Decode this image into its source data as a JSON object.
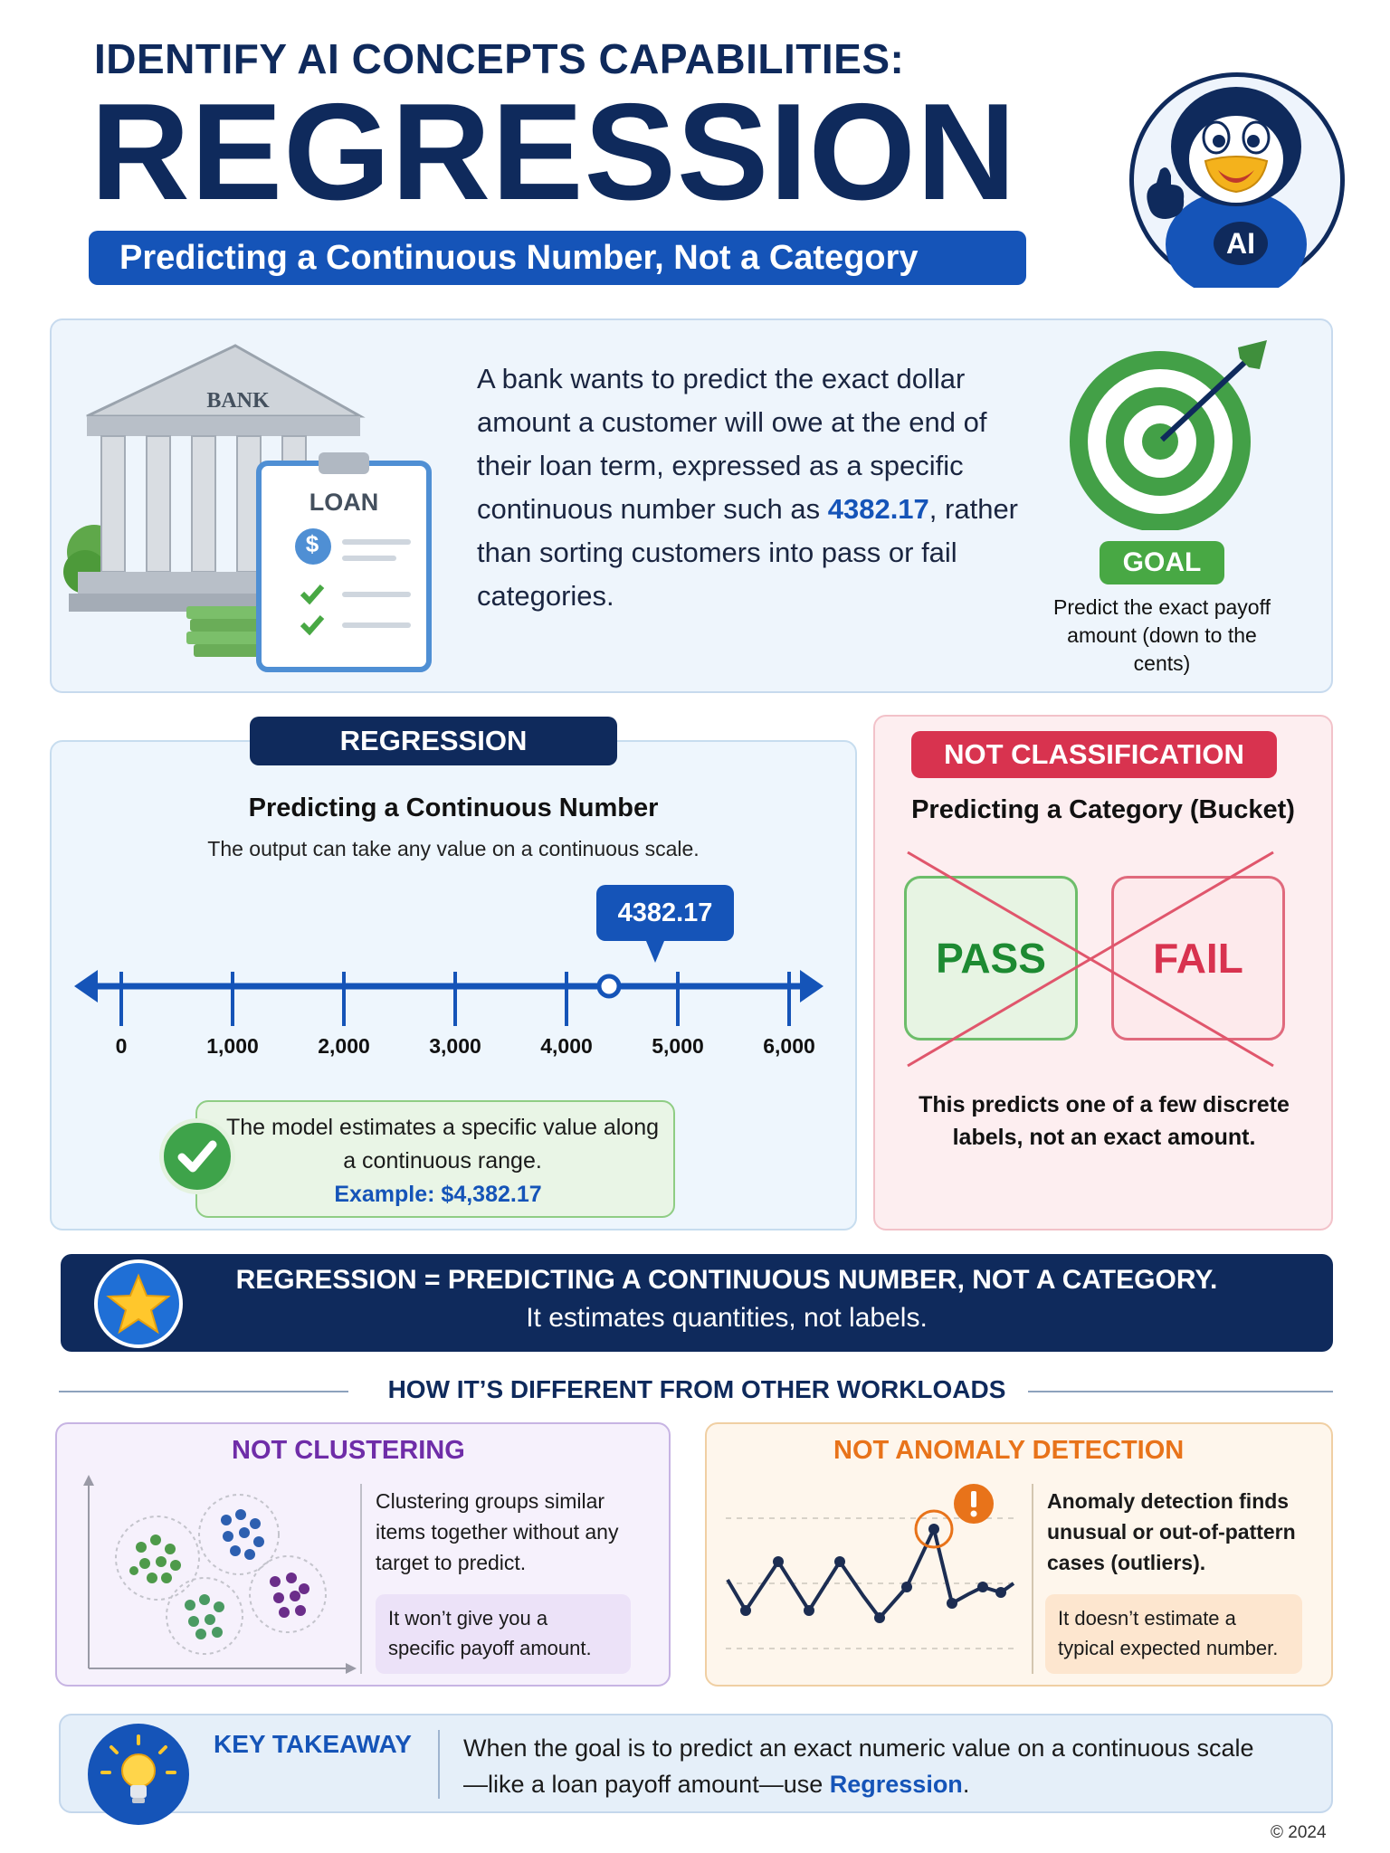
{
  "header": {
    "kicker": "IDENTIFY AI CONCEPTS CAPABILITIES:",
    "title": "REGRESSION",
    "subtitle": "Predicting a Continuous Number, Not a Category",
    "mascot_badge": "AI"
  },
  "scenario": {
    "bank_sign": "BANK",
    "loan_label": "LOAN",
    "text_before": "A bank wants to predict the exact dollar amount a customer will owe at the end of their loan term, expressed as a specific continuous number such as ",
    "highlight": "4382.17",
    "text_after": ", rather than sorting customers into pass or fail categories.",
    "goal_label": "GOAL",
    "goal_desc": "Predict the exact payoff amount (down to the cents)"
  },
  "regression": {
    "badge": "REGRESSION",
    "heading": "Predicting a Continuous Number",
    "description": "The output can take any value on a continuous scale.",
    "value_label": "4382.17",
    "value": 4382.17,
    "axis_min": 0,
    "axis_max": 6000,
    "ticks": [
      {
        "label": "0",
        "value": 0
      },
      {
        "label": "1,000",
        "value": 1000
      },
      {
        "label": "2,000",
        "value": 2000
      },
      {
        "label": "3,000",
        "value": 3000
      },
      {
        "label": "4,000",
        "value": 4000
      },
      {
        "label": "5,000",
        "value": 5000
      },
      {
        "label": "6,000",
        "value": 6000
      }
    ],
    "estimate_text": "The model estimates a specific value along a continuous range.",
    "estimate_example": "Example: $4,382.17"
  },
  "classification": {
    "badge": "NOT CLASSIFICATION",
    "heading": "Predicting a Category (Bucket)",
    "pass_label": "PASS",
    "fail_label": "FAIL",
    "note": "This predicts one of a few discrete labels, not an exact amount."
  },
  "banner": {
    "line1": "REGRESSION = PREDICTING A CONTINUOUS NUMBER, NOT A CATEGORY.",
    "line2": "It estimates quantities, not labels."
  },
  "differences": {
    "heading": "HOW IT’S DIFFERENT FROM OTHER WORKLOADS",
    "clustering": {
      "title": "NOT CLUSTERING",
      "text": "Clustering groups similar items together without any target to predict.",
      "note": "It won’t give you a specific payoff amount."
    },
    "anomaly": {
      "title": "NOT ANOMALY DETECTION",
      "text": "Anomaly detection finds unusual or out-of-pattern cases (outliers).",
      "note": "It doesn’t estimate a typical expected number."
    }
  },
  "takeaway": {
    "heading": "KEY TAKEAWAY",
    "text_before": "When the goal is to predict an exact numeric value on a continuous scale—like a loan payoff amount—use ",
    "highlight": "Regression",
    "text_after": "."
  },
  "footer": {
    "copyright": "© 2024"
  },
  "colors": {
    "navy": "#0f2a5c",
    "blue": "#1554b8",
    "green": "#48a844",
    "red": "#d8334f",
    "purple": "#6f2da8",
    "orange": "#e8731a"
  }
}
